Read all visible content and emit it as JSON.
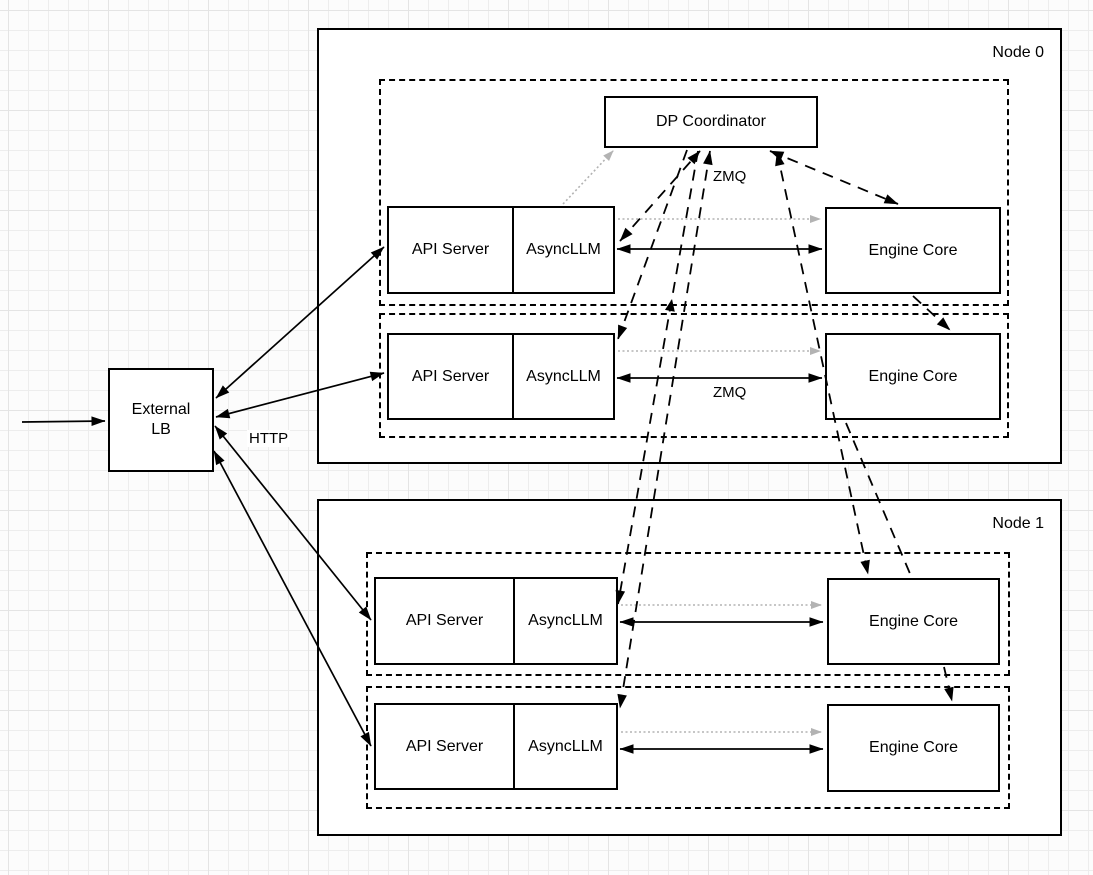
{
  "external_lb": {
    "label": "External LB"
  },
  "coordinator": {
    "label": "DP Coordinator"
  },
  "edge_labels": {
    "http": "HTTP",
    "zmq_top": "ZMQ",
    "zmq_row2": "ZMQ"
  },
  "nodes": [
    {
      "label": "Node 0",
      "rows": [
        {
          "api_server": "API Server",
          "async_llm": "AsyncLLM",
          "engine_core": "Engine Core"
        },
        {
          "api_server": "API Server",
          "async_llm": "AsyncLLM",
          "engine_core": "Engine Core"
        }
      ]
    },
    {
      "label": "Node 1",
      "rows": [
        {
          "api_server": "API Server",
          "async_llm": "AsyncLLM",
          "engine_core": "Engine Core"
        },
        {
          "api_server": "API Server",
          "async_llm": "AsyncLLM",
          "engine_core": "Engine Core"
        }
      ]
    }
  ],
  "colors": {
    "line": "#000000",
    "dotted_gray": "#b3b3b3",
    "box_fill": "#ffffff",
    "grid_minor": "#ededed",
    "grid_major": "#e4e4e4"
  }
}
